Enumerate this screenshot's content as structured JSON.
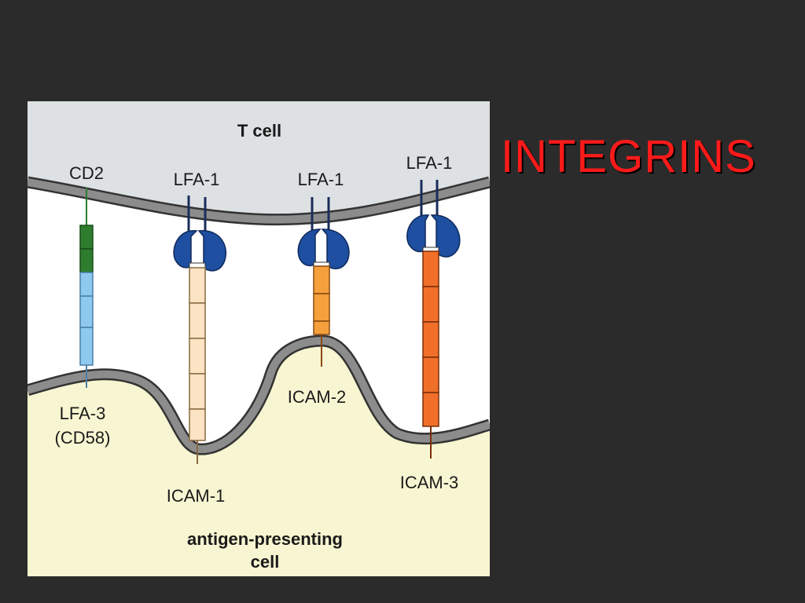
{
  "slide": {
    "title": "INTEGRINS"
  },
  "diagram": {
    "top_cell_label": "T cell",
    "bottom_cell_label_line1": "antigen-presenting",
    "bottom_cell_label_line2": "cell",
    "molecules": [
      {
        "id": "cd2",
        "top_label": "CD2",
        "bottom_label_line1": "LFA-3",
        "bottom_label_line2": "(CD58)",
        "colors": [
          "#2e7d2e",
          "#8ec9ee"
        ]
      },
      {
        "id": "lfa1-a",
        "top_label": "LFA-1",
        "bottom_label_line1": "ICAM-1",
        "colors": [
          "#1e4fa0",
          "#fbe3c4"
        ]
      },
      {
        "id": "lfa1-b",
        "top_label": "LFA-1",
        "bottom_label_line1": "ICAM-2",
        "colors": [
          "#1e4fa0",
          "#f5a03c"
        ]
      },
      {
        "id": "lfa1-c",
        "top_label": "LFA-1",
        "bottom_label_line1": "ICAM-3",
        "colors": [
          "#1e4fa0",
          "#f0702a"
        ]
      }
    ],
    "colors": {
      "t_cell_fill": "#dde1e3",
      "apc_fill": "#f8f6d2",
      "membrane": "#8c8c8c",
      "lfa1": "#1e4fa0"
    }
  }
}
